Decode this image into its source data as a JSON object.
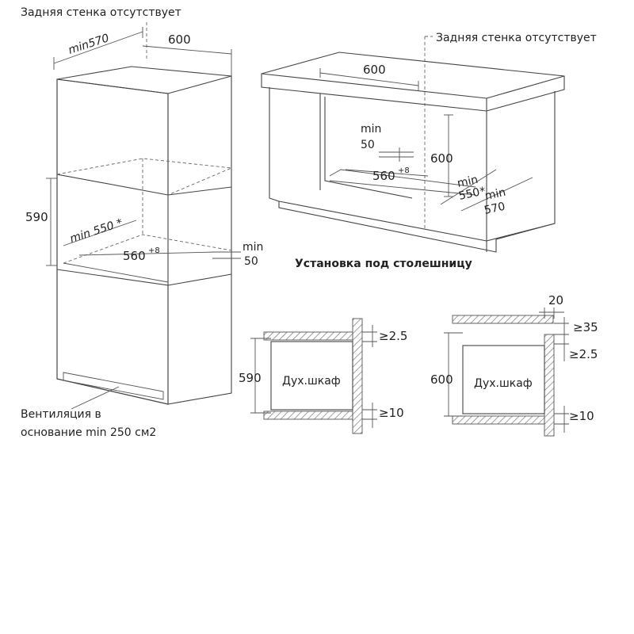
{
  "labels": {
    "back_wall_left": "Задняя стенка отсутствует",
    "back_wall_right": "Задняя стенка отсутствует",
    "countertop_title": "Установка под столешницу",
    "ventilation_line1": "Вентиляция в",
    "ventilation_line2": "основание min 250 см2"
  },
  "tall_cabinet": {
    "depth": "min570",
    "width": "600",
    "height": "590",
    "niche_depth": "min 550 *",
    "inner_width": "560",
    "inner_width_tol": "+8",
    "gap_min": "min",
    "gap_val": "50"
  },
  "under_counter": {
    "width": "600",
    "gap_min": "min",
    "gap_val": "50",
    "height": "600",
    "inner_width": "560",
    "inner_width_tol": "+8",
    "depth_min": "min",
    "depth_val": "550",
    "depth_star": "*",
    "depth2_min": "min",
    "depth2_val": "570"
  },
  "section_tall": {
    "oven": "Дух.шкаф",
    "height": "590",
    "top_gap": "≥2.5",
    "bottom_gap": "≥10"
  },
  "section_under": {
    "oven": "Дух.шкаф",
    "height": "600",
    "top_width": "20",
    "top_gap": "≥35",
    "mid_gap": "≥2.5",
    "bottom_gap": "≥10"
  }
}
